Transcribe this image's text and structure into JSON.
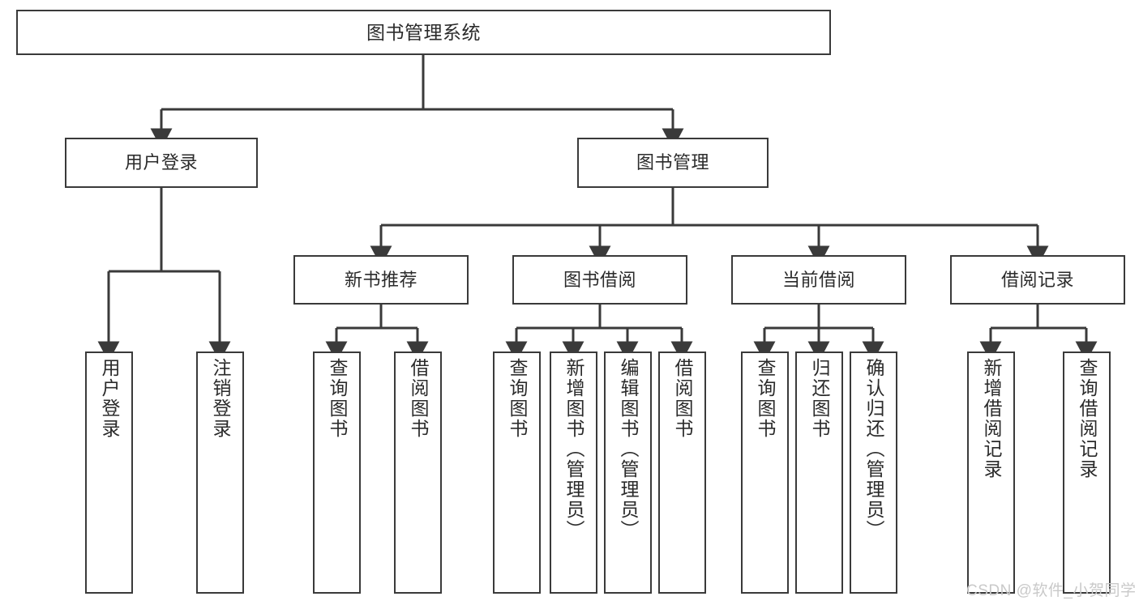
{
  "diagram": {
    "type": "tree",
    "title": "图书管理系统",
    "orientation": "top-down",
    "levels": 4,
    "colors": {
      "box_border": "#3a3a3a",
      "box_fill": "#ffffff",
      "connector": "#3a3a3a",
      "text": "#2b2b2b",
      "watermark": "#c9c9c9",
      "background": "#ffffff"
    }
  },
  "root": {
    "label": "图书管理系统"
  },
  "level2": [
    {
      "label": "用户登录"
    },
    {
      "label": "图书管理"
    }
  ],
  "level3": [
    {
      "label": "新书推荐"
    },
    {
      "label": "图书借阅"
    },
    {
      "label": "当前借阅"
    },
    {
      "label": "借阅记录"
    }
  ],
  "leaves": {
    "user_login": [
      {
        "label": "用户登录"
      },
      {
        "label": "注销登录"
      }
    ],
    "new_book_recommend": [
      {
        "label": "查询图书"
      },
      {
        "label": "借阅图书"
      }
    ],
    "book_borrow": [
      {
        "label": "查询图书"
      },
      {
        "label": "新增图书（管理员）"
      },
      {
        "label": "编辑图书（管理员）"
      },
      {
        "label": "借阅图书"
      }
    ],
    "current_borrow": [
      {
        "label": "查询图书"
      },
      {
        "label": "归还图书"
      },
      {
        "label": "确认归还（管理员）"
      }
    ],
    "borrow_record": [
      {
        "label": "新增借阅记录"
      },
      {
        "label": "查询借阅记录"
      }
    ]
  },
  "watermark": {
    "text": "CSDN @软件_小贺同学"
  }
}
